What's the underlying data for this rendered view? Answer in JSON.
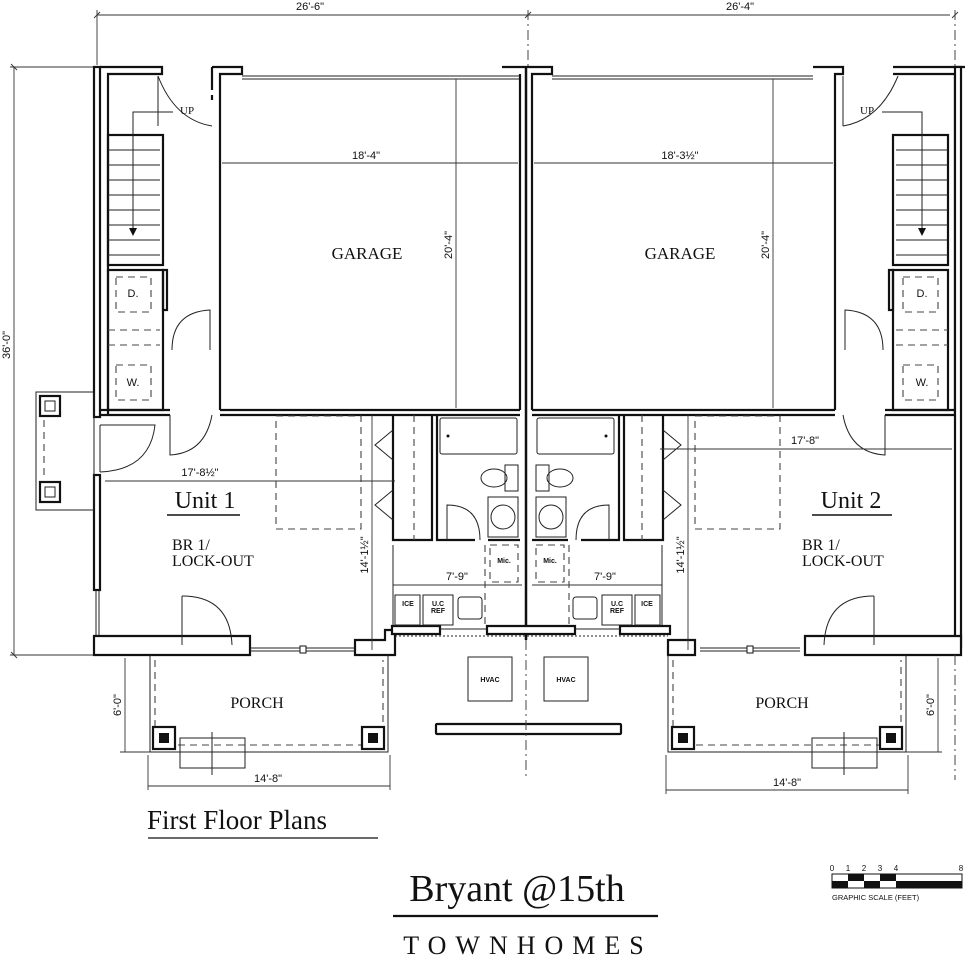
{
  "title": {
    "project_name": "Bryant @15th",
    "subtitle": "TOWNHOMES",
    "sheet_title": "First Floor Plans"
  },
  "dimensions": {
    "unit1_overall_width": "26'-6\"",
    "unit2_overall_width": "26'-4\"",
    "overall_depth": "36'-0\"",
    "garage1_width": "18'-4\"",
    "garage2_width": "18'-3½\"",
    "garage1_depth": "20'-4\"",
    "garage2_depth": "20'-4\"",
    "br1_unit1_width": "17'-8½\"",
    "br1_unit2_width": "17'-8\"",
    "br1_unit1_depth": "14'-1½\"",
    "br1_unit2_depth": "14'-1½\"",
    "kitchenette1_width": "7'-9\"",
    "kitchenette2_width": "7'-9\"",
    "porch1_width": "14'-8\"",
    "porch2_width": "14'-8\"",
    "porch1_depth": "6'-0\"",
    "porch2_depth": "6'-0\""
  },
  "rooms": {
    "garage1": "GARAGE",
    "garage2": "GARAGE",
    "unit1_label": "Unit 1",
    "unit2_label": "Unit 2",
    "br1_line1": "BR 1/",
    "br1_line2": "LOCK-OUT",
    "porch1": "PORCH",
    "porch2": "PORCH",
    "hvac1": "HVAC",
    "hvac2": "HVAC"
  },
  "fixtures": {
    "stair_up": "UP",
    "dryer": "D.",
    "washer": "W.",
    "microwave": "Mic.",
    "ice": "ICE",
    "fridge_line1": "U.C",
    "fridge_line2": "REF"
  },
  "graphic_scale": {
    "ticks": [
      "0",
      "1",
      "2",
      "3",
      "4",
      "8"
    ],
    "caption": "GRAPHIC SCALE (FEET)"
  }
}
